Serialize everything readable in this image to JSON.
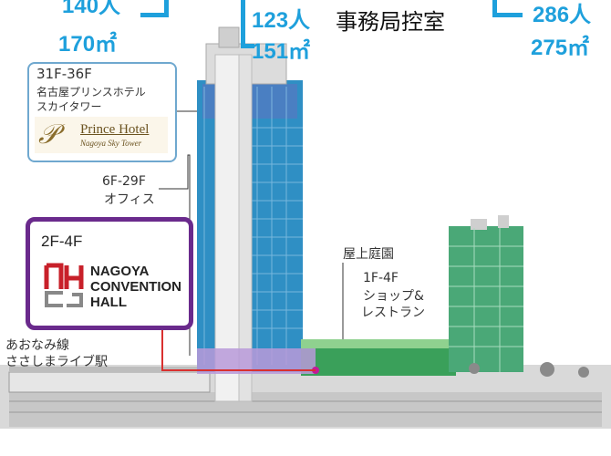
{
  "top_left": {
    "people": "140人",
    "area": "170㎡"
  },
  "top_center": {
    "people": "123人",
    "area": "151㎡",
    "room_name": "事務局控室"
  },
  "top_right": {
    "people": "286人",
    "area": "275㎡"
  },
  "hotel": {
    "floors": "31F-36F",
    "name_line1": "名古屋プリンスホテル",
    "name_line2": "スカイタワー",
    "logo_text": "Prince Hotel",
    "logo_sub": "Nagoya Sky Tower"
  },
  "office": {
    "floors": "6F-29F",
    "label": "オフィス"
  },
  "convention": {
    "floors": "2F-4F",
    "logo_line1": "NAGOYA",
    "logo_line2": "CONVENTION",
    "logo_line3": "HALL"
  },
  "rooftop_garden": "屋上庭園",
  "shops": {
    "floors": "1F-4F",
    "line1": "ショップ&",
    "line2": "レストラン"
  },
  "station": {
    "line1": "あおなみ線",
    "line2": "ささしまライブ駅"
  },
  "colors": {
    "accent_blue": "#1ea0dc",
    "convention_purple": "#6a2a8c",
    "connector_red": "#d9302f"
  }
}
